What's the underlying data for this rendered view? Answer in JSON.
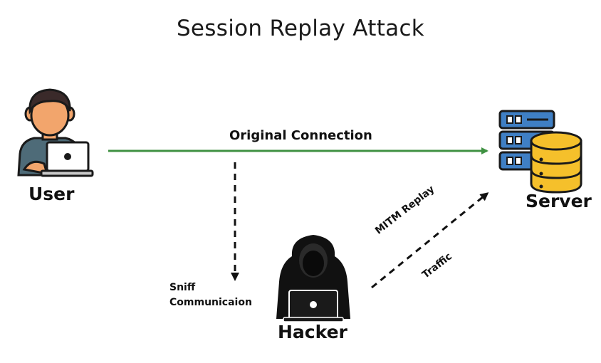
{
  "title": "Session Replay Attack",
  "nodes": {
    "user": {
      "label": "User",
      "icon": "user-laptop-icon"
    },
    "server": {
      "label": "Server",
      "icon": "server-database-icon"
    },
    "hacker": {
      "label": "Hacker",
      "icon": "hooded-hacker-icon"
    }
  },
  "edges": {
    "original": {
      "label": "Original Connection",
      "color": "#3f9142",
      "style": "solid"
    },
    "sniff": {
      "label_line1": "Sniff",
      "label_line2": "Communicaion",
      "style": "dashed"
    },
    "replay": {
      "label_line1": "MITM Replay",
      "label_line2": "Traffic",
      "style": "dashed"
    }
  }
}
